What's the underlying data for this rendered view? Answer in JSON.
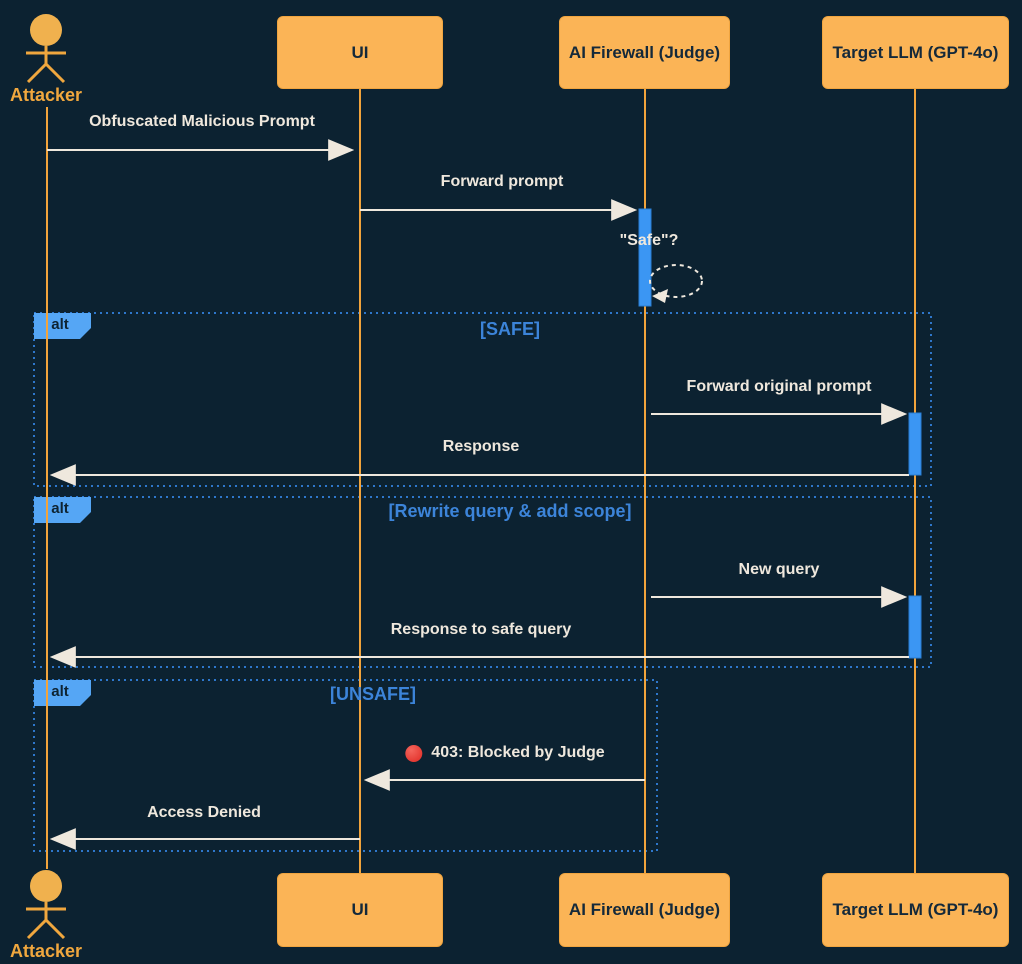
{
  "diagram_type": "sequence-diagram",
  "participants": [
    {
      "id": "attacker",
      "label": "Attacker",
      "kind": "actor"
    },
    {
      "id": "ui",
      "label": "UI",
      "kind": "participant"
    },
    {
      "id": "firewall",
      "label": "AI Firewall (Judge)",
      "kind": "participant"
    },
    {
      "id": "target",
      "label": "Target LLM (GPT-4o)",
      "kind": "participant"
    }
  ],
  "messages": [
    {
      "from": "Attacker",
      "to": "UI",
      "label": "Obfuscated Malicious Prompt",
      "line": "solid"
    },
    {
      "from": "UI",
      "to": "AI Firewall (Judge)",
      "label": "Forward prompt",
      "line": "solid"
    },
    {
      "from": "AI Firewall (Judge)",
      "to": "AI Firewall (Judge)",
      "label": "\"Safe\"?",
      "line": "dashed-self-loop"
    },
    {
      "from": "AI Firewall (Judge)",
      "to": "Target LLM (GPT-4o)",
      "label": "Forward original prompt",
      "line": "solid"
    },
    {
      "from": "Target LLM (GPT-4o)",
      "to": "Attacker",
      "label": "Response",
      "line": "solid"
    },
    {
      "from": "AI Firewall (Judge)",
      "to": "Target LLM (GPT-4o)",
      "label": "New query",
      "line": "solid"
    },
    {
      "from": "Target LLM (GPT-4o)",
      "to": "Attacker",
      "label": "Response to safe query",
      "line": "solid"
    },
    {
      "from": "AI Firewall (Judge)",
      "to": "UI",
      "label": "403: Blocked by Judge",
      "icon": "red-circle",
      "line": "solid"
    },
    {
      "from": "UI",
      "to": "Attacker",
      "label": "Access Denied",
      "line": "solid"
    }
  ],
  "frames": [
    {
      "operator": "alt",
      "condition": "[SAFE]"
    },
    {
      "operator": "alt",
      "condition": "[Rewrite query & add scope]"
    },
    {
      "operator": "alt",
      "condition": "[UNSAFE]"
    }
  ],
  "colors": {
    "background": "#0c2231",
    "participant_fill": "#fbb456",
    "participant_border": "#f0a540",
    "participant_text": "#14293a",
    "lifeline": "#f2a43c",
    "message_line": "#efe8dd",
    "message_text": "#efe8dd",
    "activation_fill": "#3b96f3",
    "activation_border": "#2a7fd4",
    "frame_border": "#2e77cc",
    "frame_tab_fill": "#55a6f5",
    "condition_text": "#3c84d9",
    "blocked_dot": "#e8443b"
  }
}
